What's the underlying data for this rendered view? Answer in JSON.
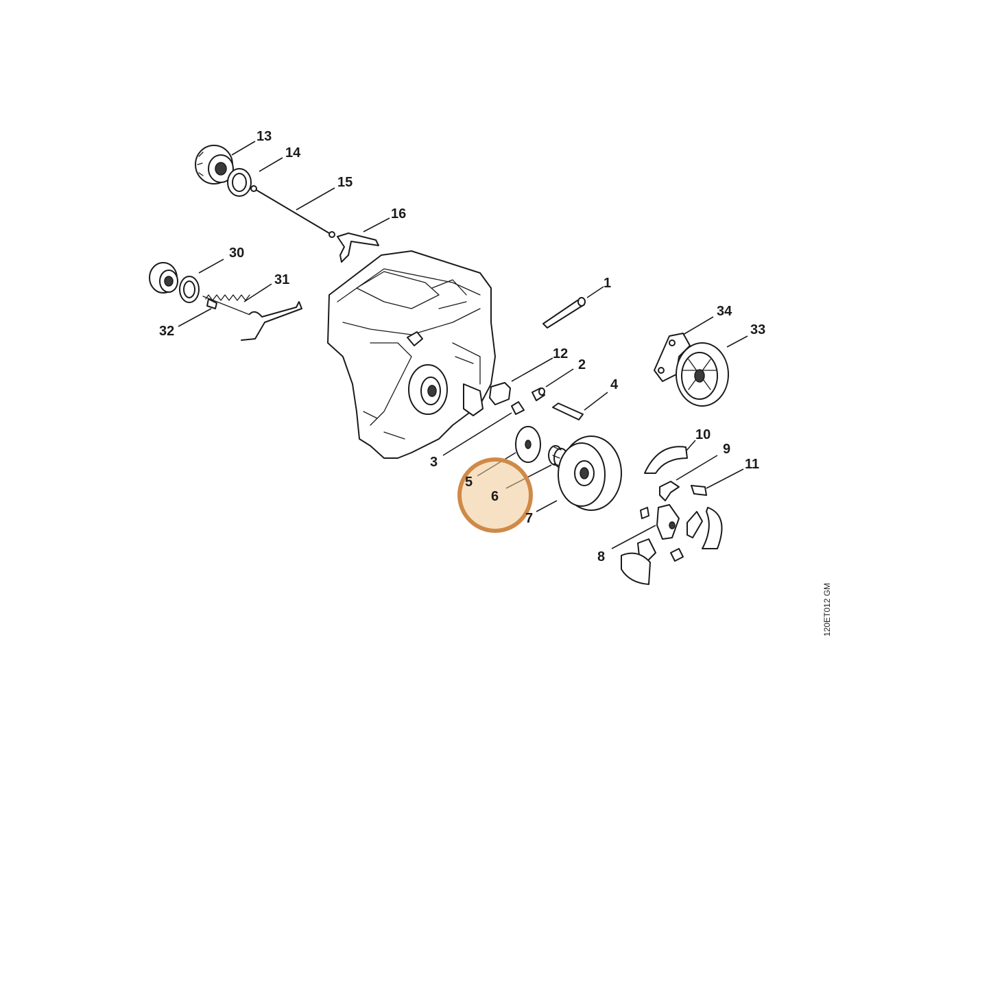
{
  "diagram": {
    "reference_code": "120ET012 GM",
    "highlight_color": "#cf8a47",
    "highlighted_callout": "6",
    "callouts": [
      {
        "id": "1",
        "label": "1"
      },
      {
        "id": "2",
        "label": "2"
      },
      {
        "id": "3",
        "label": "3"
      },
      {
        "id": "4",
        "label": "4"
      },
      {
        "id": "5",
        "label": "5"
      },
      {
        "id": "6",
        "label": "6"
      },
      {
        "id": "7",
        "label": "7"
      },
      {
        "id": "8",
        "label": "8"
      },
      {
        "id": "9",
        "label": "9"
      },
      {
        "id": "10",
        "label": "10"
      },
      {
        "id": "11",
        "label": "11"
      },
      {
        "id": "12",
        "label": "12"
      },
      {
        "id": "13",
        "label": "13"
      },
      {
        "id": "14",
        "label": "14"
      },
      {
        "id": "15",
        "label": "15"
      },
      {
        "id": "16",
        "label": "16"
      },
      {
        "id": "30",
        "label": "30"
      },
      {
        "id": "31",
        "label": "31"
      },
      {
        "id": "32",
        "label": "32"
      },
      {
        "id": "33",
        "label": "33"
      },
      {
        "id": "34",
        "label": "34"
      }
    ]
  }
}
